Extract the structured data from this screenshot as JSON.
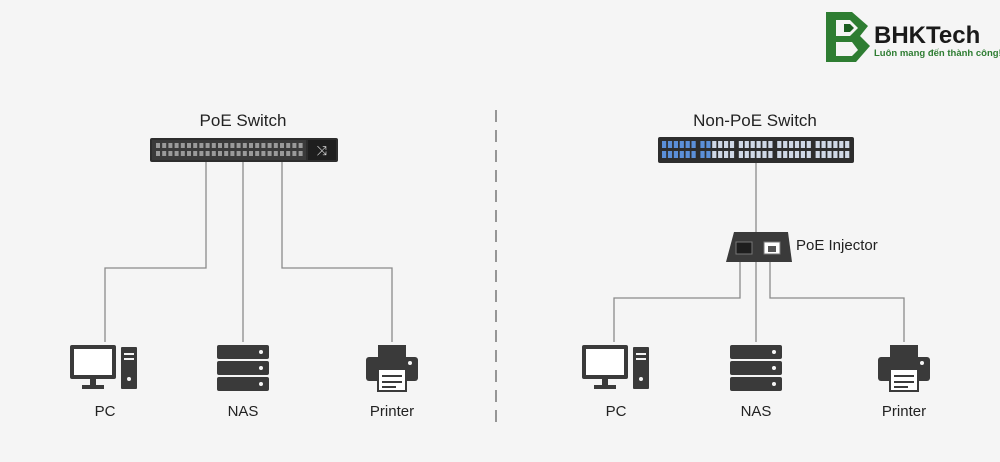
{
  "brand": {
    "name": "BHKTech",
    "tagline": "Luôn mang đến thành công!",
    "colors": {
      "green": "#2e7d32",
      "dark_green": "#1b5e20",
      "text": "#1a1a1a"
    }
  },
  "left": {
    "switch_label": "PoE Switch",
    "devices": [
      {
        "label": "PC",
        "icon": "pc-icon"
      },
      {
        "label": "NAS",
        "icon": "nas-icon"
      },
      {
        "label": "Printer",
        "icon": "printer-icon"
      }
    ]
  },
  "right": {
    "switch_label": "Non-PoE Switch",
    "injector_label": "PoE Injector",
    "devices": [
      {
        "label": "PC",
        "icon": "pc-icon"
      },
      {
        "label": "NAS",
        "icon": "nas-icon"
      },
      {
        "label": "Printer",
        "icon": "printer-icon"
      }
    ]
  },
  "colors": {
    "line": "#8a8a8a",
    "device": "#3a3a3a",
    "switch_body": "#2d2d2d",
    "non_poe_port": "#5b8fd8"
  }
}
